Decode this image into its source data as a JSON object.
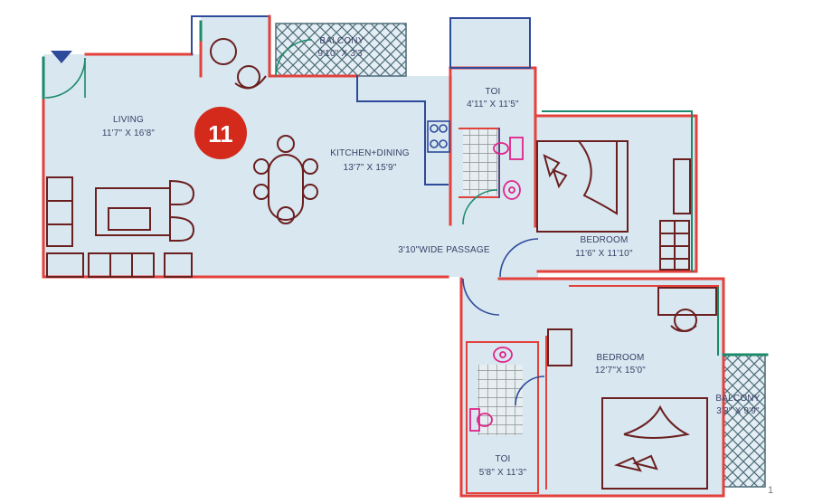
{
  "unit_number": "11",
  "rooms": {
    "living": {
      "name": "LIVING",
      "size": "11'7\" X 16'8\""
    },
    "balcony1": {
      "name": "BALCONY",
      "size": "9'10\" X 3'3\""
    },
    "toi1": {
      "name": "TOI",
      "size": "4'11\" X 11'5\""
    },
    "kitchen": {
      "name": "KITCHEN+DINING",
      "size": "13'7\" X 15'9\""
    },
    "bedroom1": {
      "name": "BEDROOM",
      "size": "11'6\" X 11'10\""
    },
    "passage": {
      "name": "3'10\"WIDE PASSAGE"
    },
    "bedroom2": {
      "name": "BEDROOM",
      "size": "12'7\"X 15'0\""
    },
    "balcony2": {
      "name": "BALCONY",
      "size": "3'3\" X 9'9\""
    },
    "toi2": {
      "name": "TOI",
      "size": "5'8\" X 11'3\""
    }
  },
  "corner_mark": "1",
  "colors": {
    "floor": "#d8e7f0",
    "wall_red": "#e3413c",
    "wall_blue": "#2e4a9a",
    "wall_green": "#1c8a6a",
    "furniture": "#6b1f1f",
    "fixture_pink": "#e0248a",
    "badge": "#d42a1c"
  }
}
